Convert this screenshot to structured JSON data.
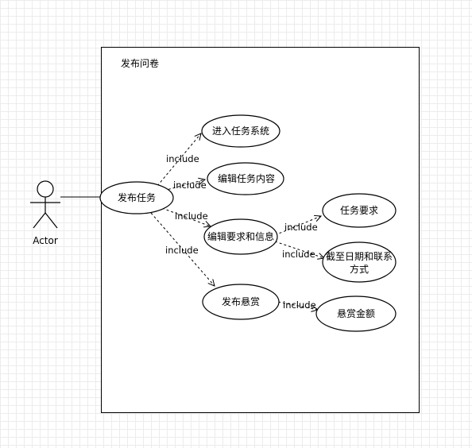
{
  "system": {
    "title": "发布问卷"
  },
  "actor": {
    "label": "Actor"
  },
  "use_cases": {
    "fabu_renwu": "发布任务",
    "jinru_xitong": "进入任务系统",
    "bianji_neirong": "编辑任务内容",
    "bianji_yaoqiu": "编辑要求和信息",
    "fabu_xuanshang": "发布悬赏",
    "renwu_yaoqiu": "任务要求",
    "jiezhi_line1": "截至日期和联系",
    "jiezhi_line2": "方式",
    "xuanshang_jine": "悬赏金额"
  },
  "relations": {
    "include": "include"
  }
}
